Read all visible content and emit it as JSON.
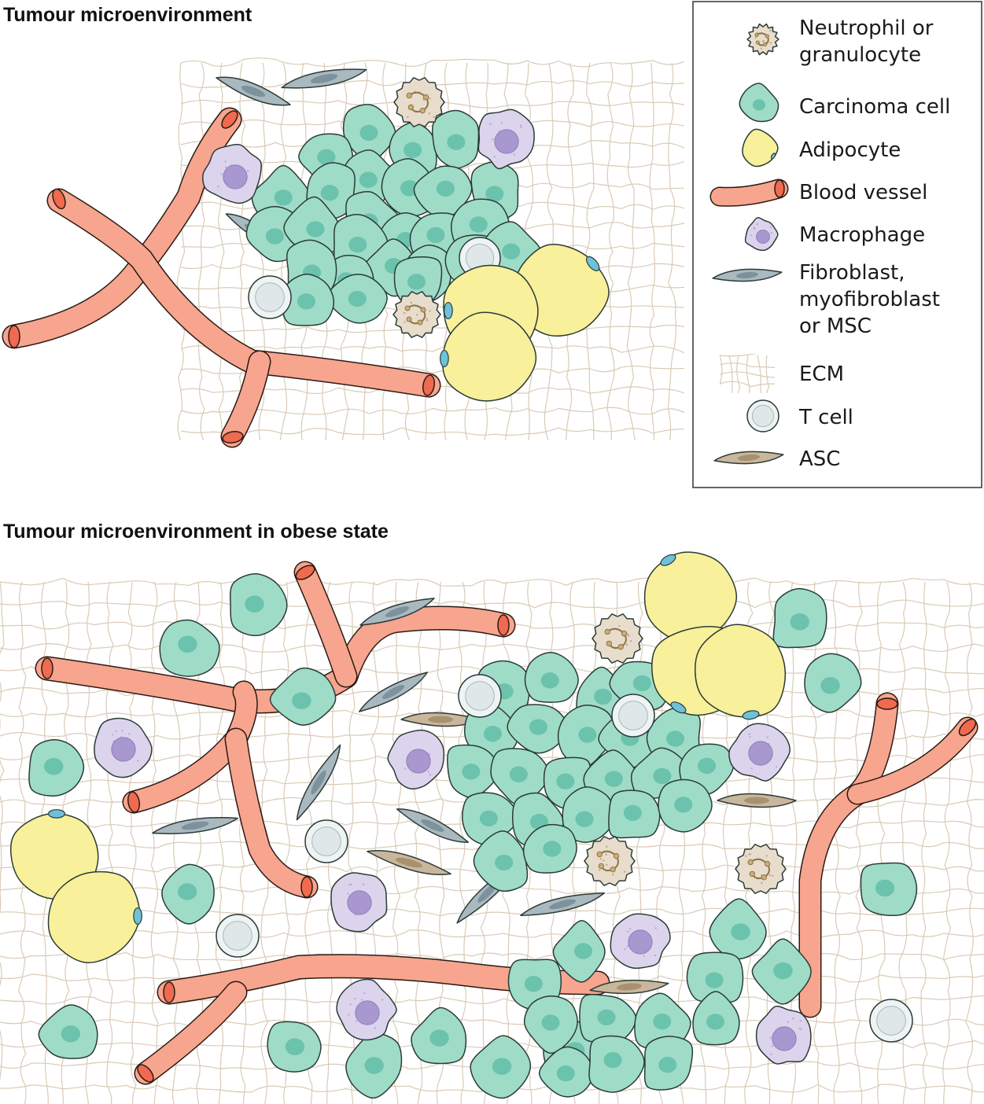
{
  "panels": {
    "top_title": "Tumour microenvironment",
    "bottom_title": "Tumour microenvironment in obese state"
  },
  "legend": {
    "items": [
      {
        "icon": "neutrophil",
        "lines": [
          "Neutrophil or",
          "granulocyte"
        ]
      },
      {
        "icon": "carcinoma-cell",
        "lines": [
          "Carcinoma cell"
        ]
      },
      {
        "icon": "adipocyte",
        "lines": [
          "Adipocyte"
        ]
      },
      {
        "icon": "blood-vessel",
        "lines": [
          "Blood vessel"
        ]
      },
      {
        "icon": "macrophage",
        "lines": [
          "Macrophage"
        ]
      },
      {
        "icon": "fibroblast",
        "lines": [
          "Fibroblast,",
          "myofibroblast",
          "or MSC"
        ]
      },
      {
        "icon": "ecm",
        "lines": [
          "ECM"
        ]
      },
      {
        "icon": "t-cell",
        "lines": [
          "T cell"
        ]
      },
      {
        "icon": "asc",
        "lines": [
          "ASC"
        ]
      }
    ]
  },
  "colors": {
    "carcinoma": "#9fdcc8",
    "carcinoma_nucleus": "#6cc3ad",
    "adipocyte": "#f8f09a",
    "adipocyte_nucleus": "#6ec1d8",
    "vessel": "#f7a58e",
    "vessel_end": "#ef6a4e",
    "macrophage": "#dcd4ec",
    "macrophage_nucleus": "#a998cf",
    "fibroblast": "#aab8c0",
    "fibroblast_nucleus": "#7c929d",
    "ecm": "#d9cbb6",
    "t_cell": "#eef3f3",
    "neutrophil": "#e8ddcc",
    "asc": "#c9b69c"
  }
}
